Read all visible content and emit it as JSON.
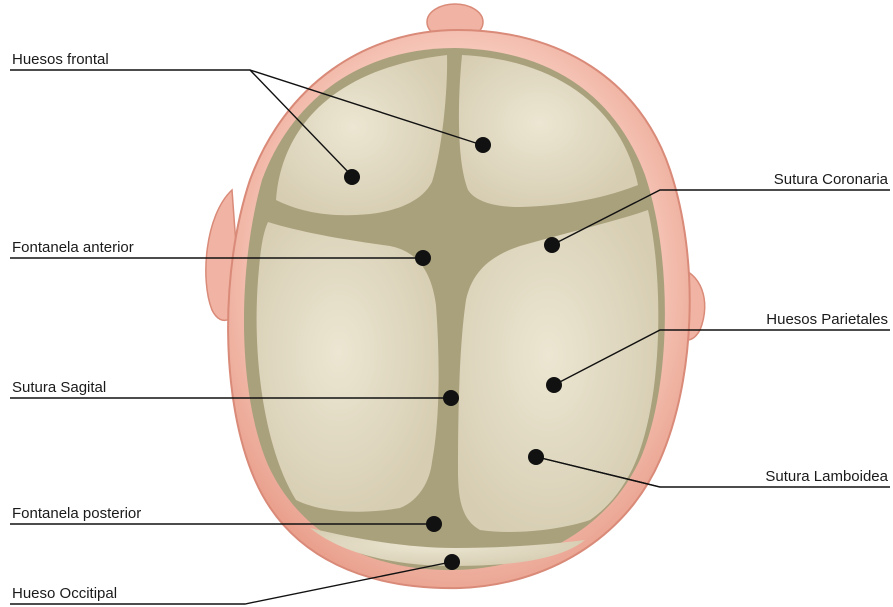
{
  "labels": {
    "frontal": "Huesos frontal",
    "coronal": "Sutura Coronaria",
    "anterior": "Fontanela anterior",
    "parietal": "Huesos Parietales",
    "sagittal": "Sutura Sagital",
    "lambdoid": "Sutura Lamboidea",
    "posterior": "Fontanela posterior",
    "occipital": "Hueso Occitipal"
  },
  "colors": {
    "skin": "#f3b4a6",
    "skin_edge": "#d98a78",
    "bone": "#e7dfc8",
    "bone_shade": "#d2c8ac",
    "suture": "#a49c78",
    "marker": "#111111",
    "line": "#111111"
  }
}
